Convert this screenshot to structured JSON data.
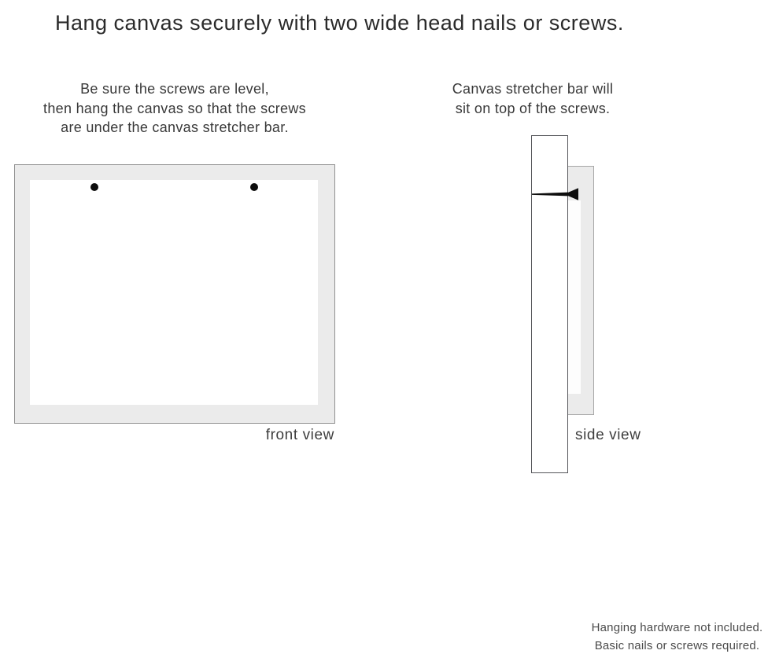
{
  "title": "Hang canvas securely with two wide head nails or screws.",
  "instructions": {
    "left": {
      "lines": [
        "Be sure the screws are level,",
        "then hang the canvas so that the screws",
        "are under the canvas stretcher bar."
      ]
    },
    "right": {
      "lines": [
        "Canvas stretcher bar will",
        "sit on top of the screws."
      ]
    }
  },
  "front_view": {
    "label": "front view",
    "screw_count": 2,
    "frame_fill_color": "#ebebeb",
    "frame_border_color": "#909090",
    "canvas_fill_color": "#ffffff",
    "screw_color": "#0d0d0d"
  },
  "side_view": {
    "label": "side view",
    "wall_fill_color": "#ffffff",
    "wall_border_color": "#55565a",
    "canvas_fill_color": "#ebebeb",
    "canvas_border_color": "#a6a6a6",
    "gap_fill_color": "#fdfdfd",
    "nail_color": "#0e0e0e"
  },
  "footnote": {
    "lines": [
      "Hanging hardware not included.",
      "Basic nails or screws required."
    ]
  }
}
